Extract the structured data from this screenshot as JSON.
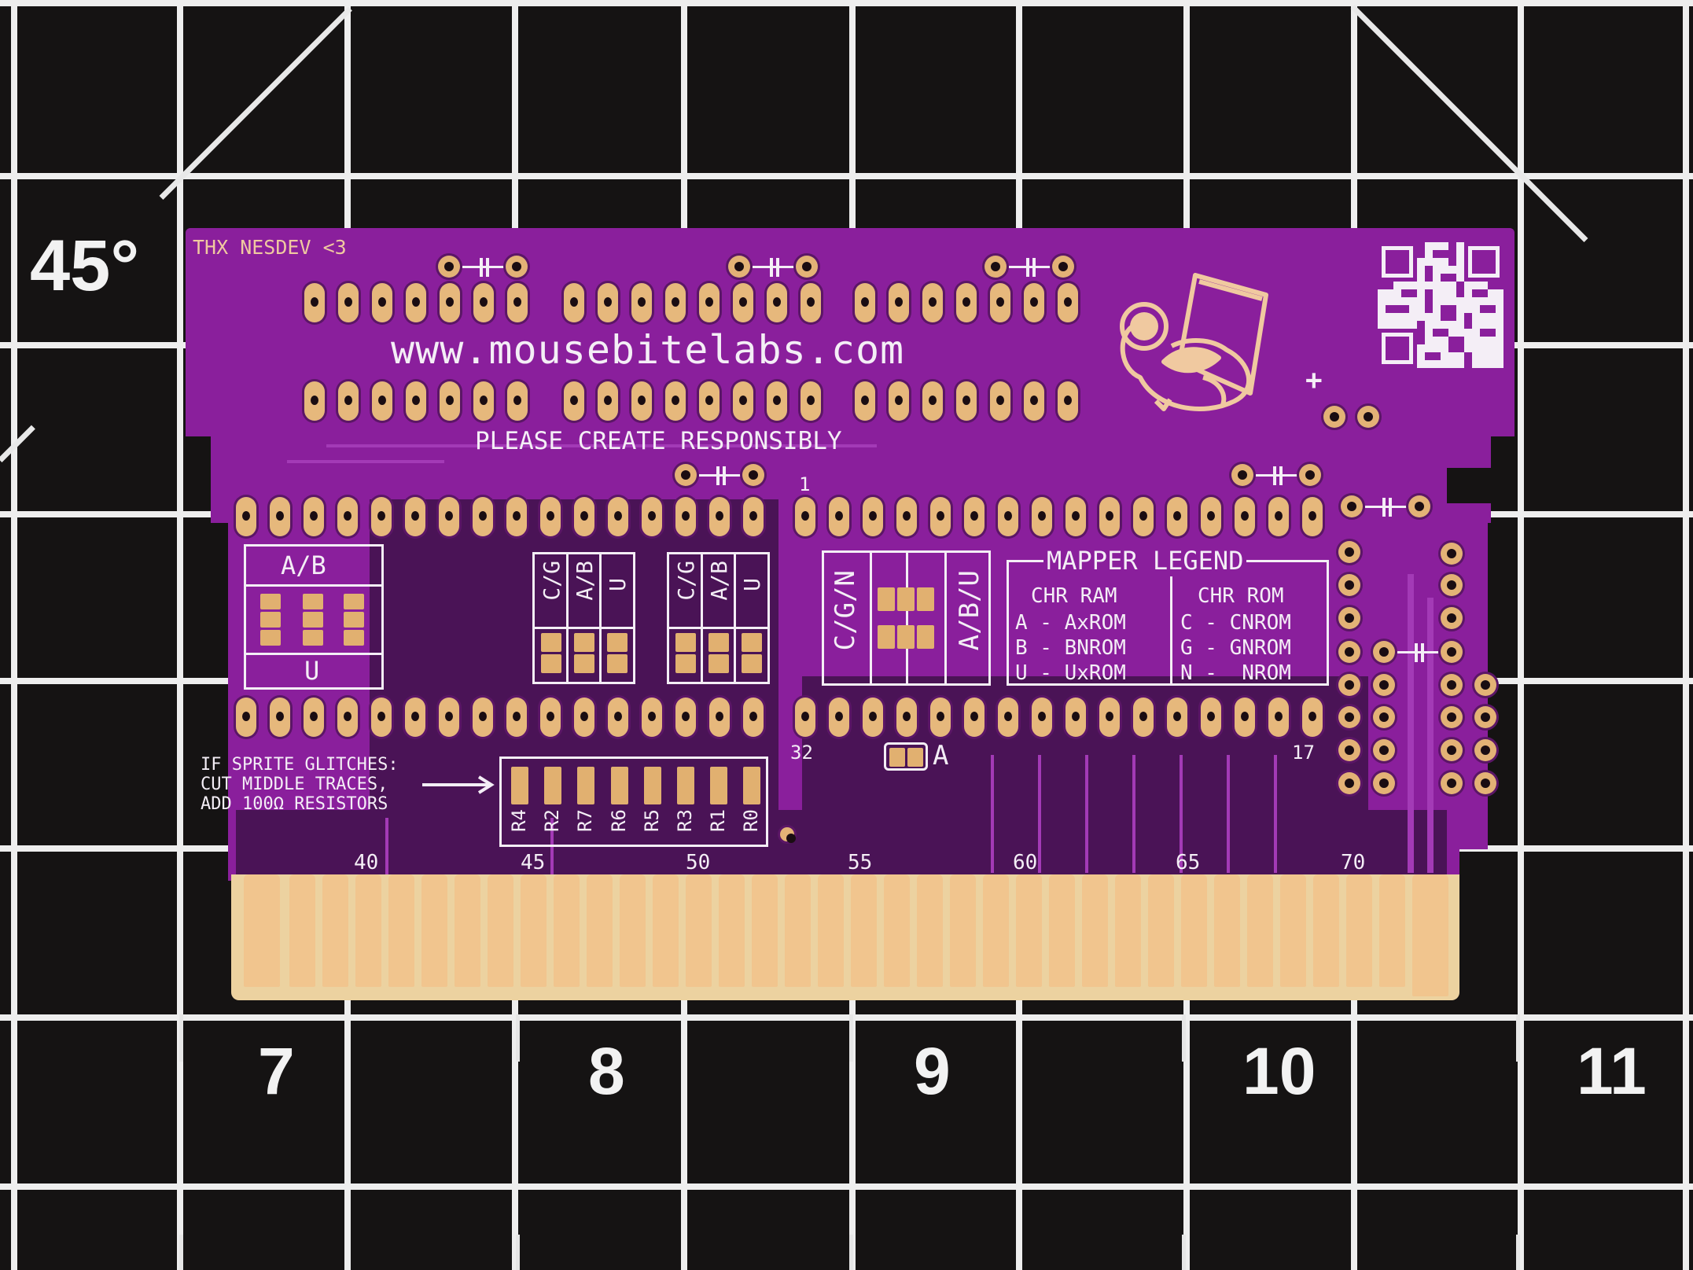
{
  "scene": {
    "description": "Purple NES cartridge PCB on black cutting mat with white grid",
    "colors": {
      "mat": "#151313",
      "grid": "#eeeeee",
      "pcb": "#8a1f9c",
      "pcb_dark": "#4a1356",
      "gold": "#e6b87c",
      "silkscreen": "#f4eef6"
    }
  },
  "mat": {
    "angle_label": "45°",
    "ruler_numbers": [
      "7",
      "8",
      "9",
      "10",
      "11"
    ]
  },
  "pcb": {
    "top_left_text": "THX NESDEV <3",
    "url_text": "www.mousebitelabs.com",
    "tagline": "PLEASE CREATE RESPONSIBLY",
    "pin_labels": {
      "pin1": "1",
      "pin32": "32",
      "pin17": "17"
    },
    "jumper_a_label": "A",
    "plus_label": "+",
    "logo": "mouse-bite-labs-mouse-logo",
    "qr_code": "qr-code",
    "jumper_blocks": [
      {
        "top_label": "A/B",
        "bottom_label": "U"
      },
      {
        "labels": [
          "C/G",
          "A/B",
          "U"
        ]
      },
      {
        "labels": [
          "C/G",
          "A/B",
          "U"
        ]
      },
      {
        "left_label": "C/G/N",
        "right_label": "A/B/U"
      }
    ],
    "mapper_legend": {
      "title": "MAPPER LEGEND",
      "chr_ram": {
        "header": "CHR RAM",
        "rows": [
          "A - AxROM",
          "B - BNROM",
          "U - UxROM"
        ]
      },
      "chr_rom": {
        "header": "CHR ROM",
        "rows": [
          "C - CNROM",
          "G - GNROM",
          "N -  NROM"
        ]
      }
    },
    "sprite_note": {
      "lines": [
        "IF SPRITE GLITCHES:",
        "CUT MIDDLE TRACES,",
        "ADD 100Ω RESISTORS"
      ],
      "arrow": "→"
    },
    "resistor_labels": [
      "R4",
      "R2",
      "R7",
      "R6",
      "R5",
      "R3",
      "R1",
      "R0"
    ],
    "edge_numbers": [
      "40",
      "45",
      "50",
      "55",
      "60",
      "65",
      "70"
    ]
  }
}
